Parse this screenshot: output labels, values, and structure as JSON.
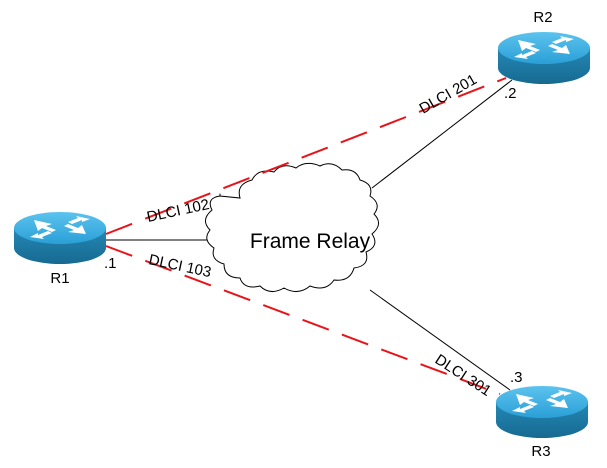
{
  "title": "Frame Relay hub-and-spoke topology",
  "cloud": {
    "label": "Frame Relay"
  },
  "routers": [
    {
      "id": "r1",
      "name": "R1",
      "ip_suffix": ".1"
    },
    {
      "id": "r2",
      "name": "R2",
      "ip_suffix": ".2"
    },
    {
      "id": "r3",
      "name": "R3",
      "ip_suffix": ".3"
    }
  ],
  "pvcs": [
    {
      "from": "R1",
      "to": "R2",
      "local_dlci_label": "DLCI 102",
      "remote_dlci_label": "DLCI 201"
    },
    {
      "from": "R1",
      "to": "R3",
      "local_dlci_label": "DLCI 103",
      "remote_dlci_label": "DLCI 301"
    }
  ],
  "colors": {
    "pvc_line": "#e8141b",
    "physical_link": "#000000",
    "router_top": "#3aa8dc",
    "router_side": "#1f7fa8"
  }
}
